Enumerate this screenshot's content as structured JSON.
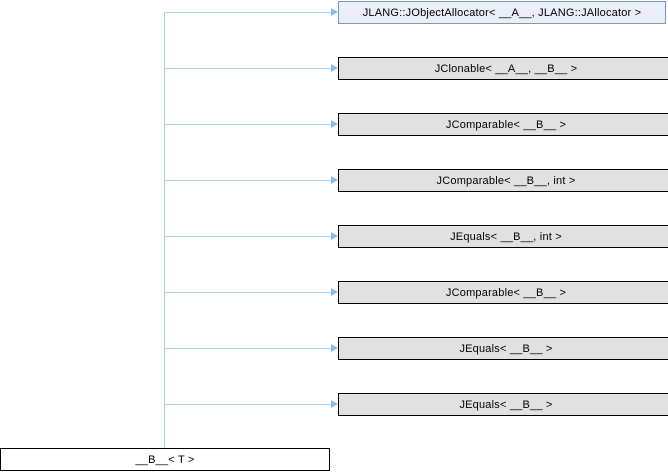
{
  "diagram": {
    "type": "inheritance",
    "base_node": {
      "label": "__B__< T >"
    },
    "derived_nodes": [
      {
        "label": "JLANG::JObjectAllocator< __A__, JLANG::JAllocator >",
        "style": "link"
      },
      {
        "label": "JClonable< __A__, __B__ >",
        "style": "plain"
      },
      {
        "label": "JComparable< __B__ >",
        "style": "plain"
      },
      {
        "label": "JComparable< __B__, int >",
        "style": "plain"
      },
      {
        "label": "JEquals< __B__, int >",
        "style": "plain"
      },
      {
        "label": "JComparable< __B__ >",
        "style": "plain"
      },
      {
        "label": "JEquals< __B__ >",
        "style": "plain"
      },
      {
        "label": "JEquals< __B__ >",
        "style": "plain"
      }
    ],
    "colors": {
      "edge": "#A9D2EC",
      "arrowhead": "#88BCE0",
      "node_fill": "#E1E1E1",
      "node_border": "#000000",
      "link_node_fill": "#E9EEF8",
      "link_node_border": "#7E94C8",
      "base_node_fill": "#FFFFFF",
      "text": "#000000"
    }
  }
}
